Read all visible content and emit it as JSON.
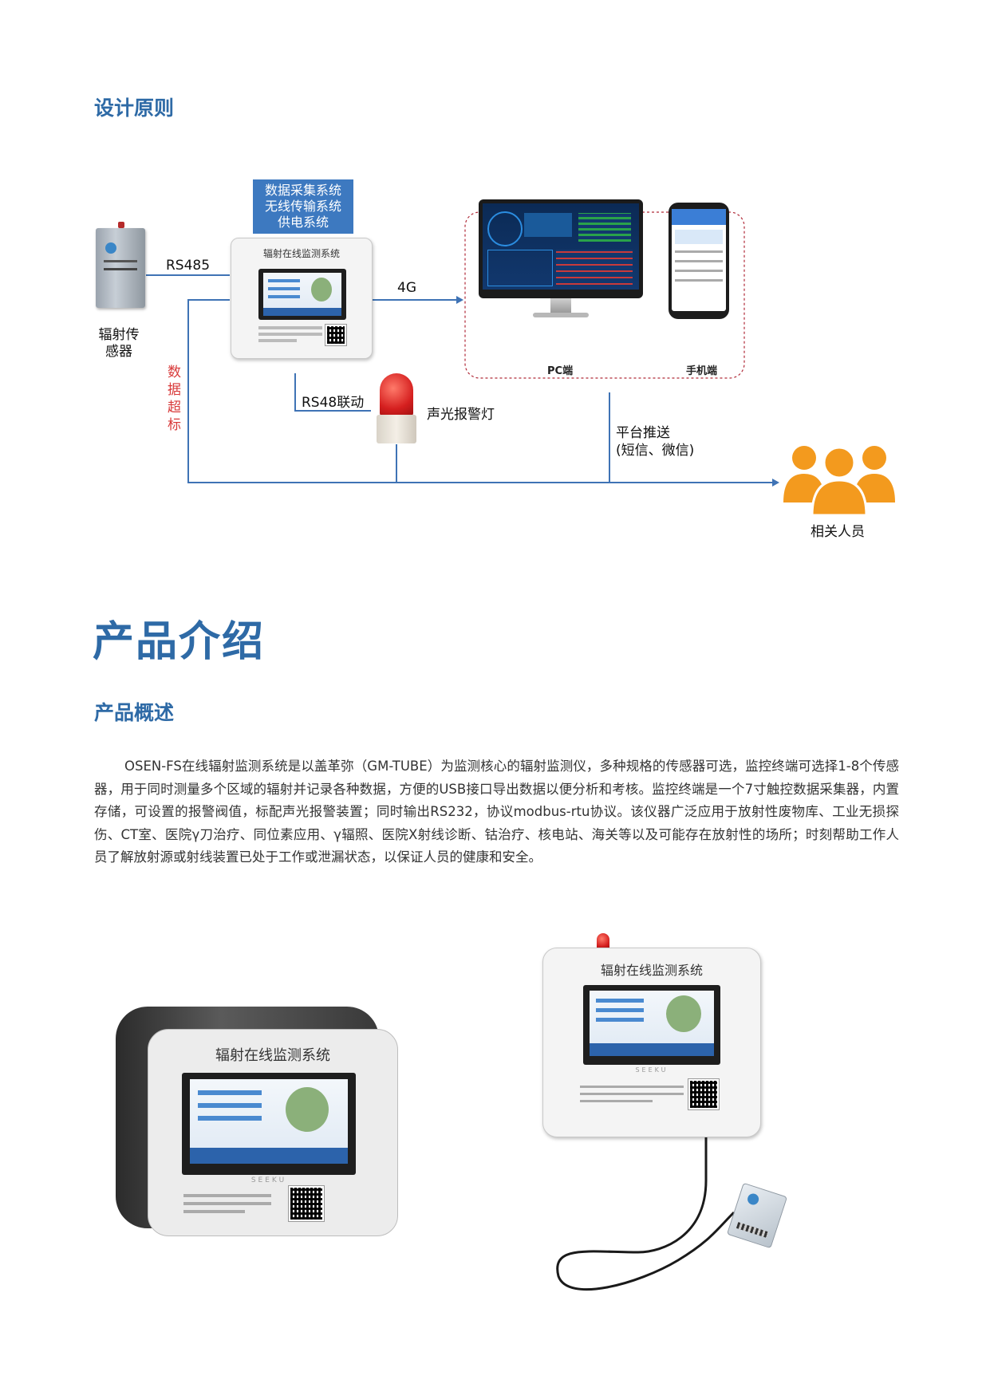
{
  "headings": {
    "design_principle": "设计原则",
    "product_intro": "产品介绍",
    "product_overview": "产品概述"
  },
  "diagram": {
    "top_box": [
      "数据采集系统",
      "无线传输系统",
      "供电系统"
    ],
    "sensor_label": "辐射传感器",
    "rs485": "RS485",
    "device_title": "辐射在线监测系统",
    "link_4g": "4G",
    "pc_label": "PC端",
    "phone_label": "手机端",
    "rs48_linkage": "RS48联动",
    "alarm_light": "声光报警灯",
    "data_exceed": "数据超标",
    "platform_push_line1": "平台推送",
    "platform_push_line2": "(短信、微信)",
    "related_people": "相关人员"
  },
  "paragraph": "OSEN-FS在线辐射监测系统是以盖革弥（GM-TUBE）为监测核心的辐射监测仪，多种规格的传感器可选，监控终端可选择1-8个传感器，用于同时测量多个区域的辐射并记录各种数据，方便的USB接口导出数据以便分析和考核。监控终端是一个7寸触控数据采集器，内置存储，可设置的报警阀值，标配声光报警装置；同时输出RS232，协议modbus-rtu协议。该仪器广泛应用于放射性废物库、工业无损探伤、CT室、医院γ刀治疗、同位素应用、γ辐照、医院X射线诊断、钴治疗、核电站、海关等以及可能存在放射性的场所；时刻帮助工作人员了解放射源或射线装置已处于工作或泄漏状态，以保证人员的健康和安全。",
  "photos": {
    "left_device_title": "辐射在线监测系统",
    "right_device_title": "辐射在线监测系统",
    "brand": "SEEKU"
  },
  "colors": {
    "heading_blue": "#2e6aa6",
    "line_blue": "#3f73b5",
    "box_blue": "#3d79c0",
    "alert_red": "#d83a3a",
    "people_orange": "#f39a1e"
  }
}
